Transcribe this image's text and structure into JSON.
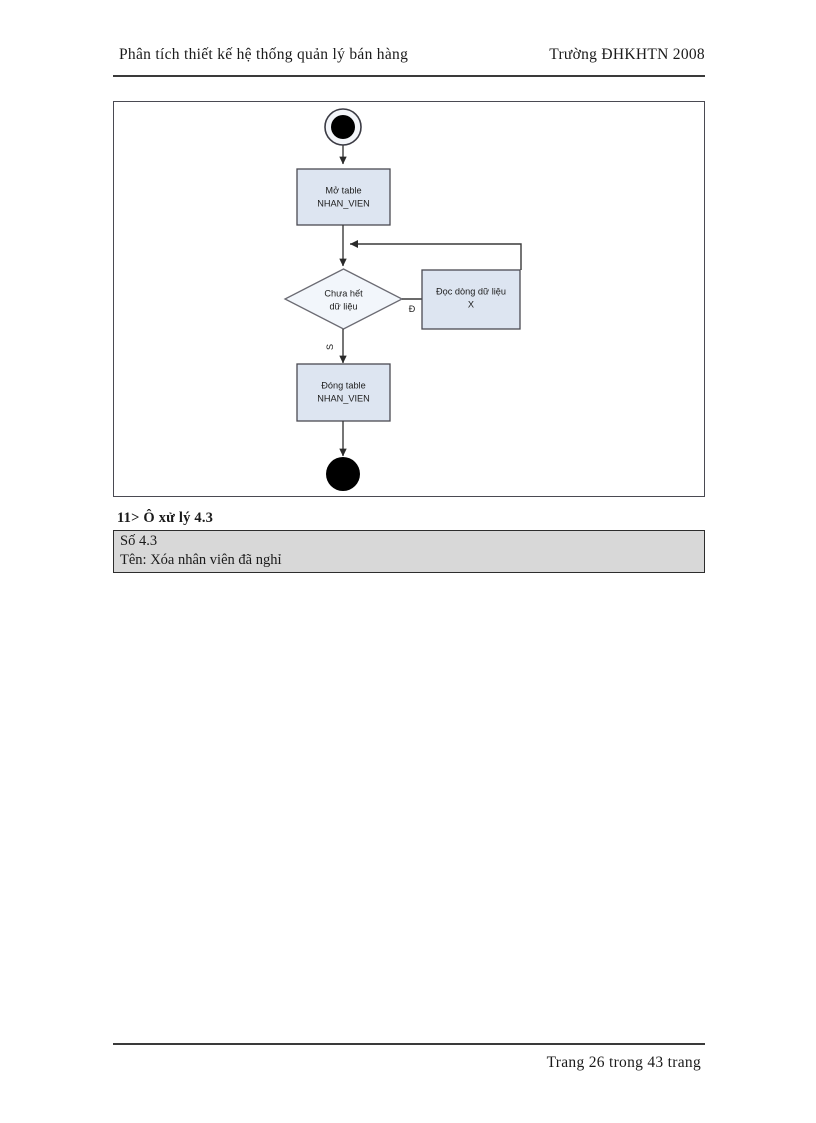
{
  "header": {
    "left_title": "Phân tích thiết kế hệ thống quản lý bán hàng",
    "right_title": "Trường ĐHKHTN 2008"
  },
  "diagram": {
    "caption": "activity-diagram-xoa-nhan-vien-da-nghi",
    "start_node": "start-node",
    "end_node": "end-node",
    "nodes": [
      {
        "id": "open-table",
        "type": "process",
        "line1": "Mở table",
        "line2": "NHAN_VIEN"
      },
      {
        "id": "check-data",
        "type": "decision",
        "line1": "Chưa hết",
        "line2": "dữ liệu"
      },
      {
        "id": "read-row",
        "type": "process",
        "line1": "Đọc dòng dữ liệu",
        "line2": "X"
      },
      {
        "id": "close-table",
        "type": "process",
        "line1": "Đóng table",
        "line2": "NHAN_VIEN"
      }
    ],
    "edge_labels": {
      "yes": "Đ",
      "no": "S"
    },
    "colors": {
      "process_fill": "#dde5f1",
      "process_stroke": "#4a4a52",
      "decision_fill": "#f2f6fb",
      "decision_stroke": "#6b6b73",
      "edge_stroke": "#3a3a3a",
      "node_fill_black": "#000000"
    }
  },
  "section": {
    "heading": "11> Ô xử lý 4.3"
  },
  "info_table": {
    "rows": [
      "Số 4.3",
      "Tên: Xóa nhân viên đã nghỉ"
    ]
  },
  "footer": {
    "page_text": "Trang 26 trong 43 trang"
  }
}
